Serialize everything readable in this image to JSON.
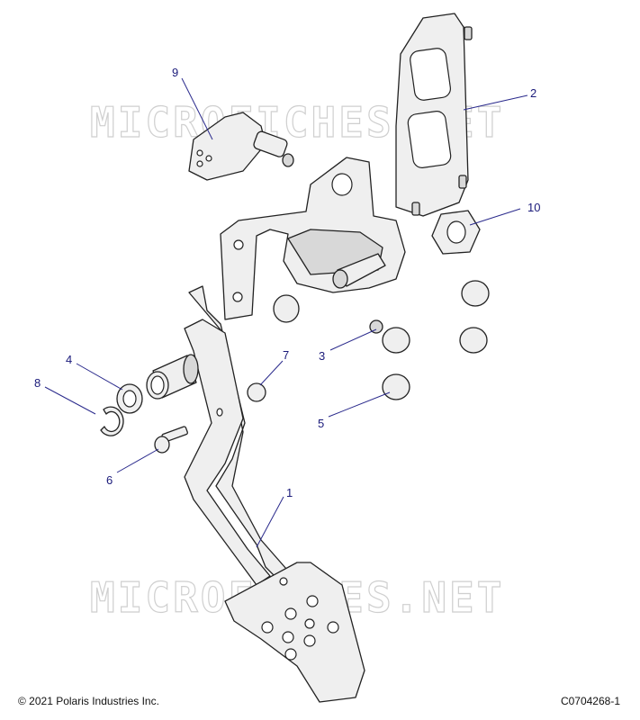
{
  "watermark": "MICROFICHES.NET",
  "callouts": [
    {
      "id": "c1",
      "label": "1"
    },
    {
      "id": "c2",
      "label": "2"
    },
    {
      "id": "c3",
      "label": "3"
    },
    {
      "id": "c4",
      "label": "4"
    },
    {
      "id": "c5",
      "label": "5"
    },
    {
      "id": "c6",
      "label": "6"
    },
    {
      "id": "c7",
      "label": "7"
    },
    {
      "id": "c8",
      "label": "8"
    },
    {
      "id": "c9",
      "label": "9"
    },
    {
      "id": "c10",
      "label": "10"
    }
  ],
  "footer": {
    "copyright": "© 2021 Polaris Industries Inc.",
    "drawing_id": "C0704268-1"
  },
  "colors": {
    "callout": "#1a1a7a",
    "leader": "#2a2a8c",
    "part_fill": "#efefef",
    "watermark": "#cfcfcf"
  }
}
